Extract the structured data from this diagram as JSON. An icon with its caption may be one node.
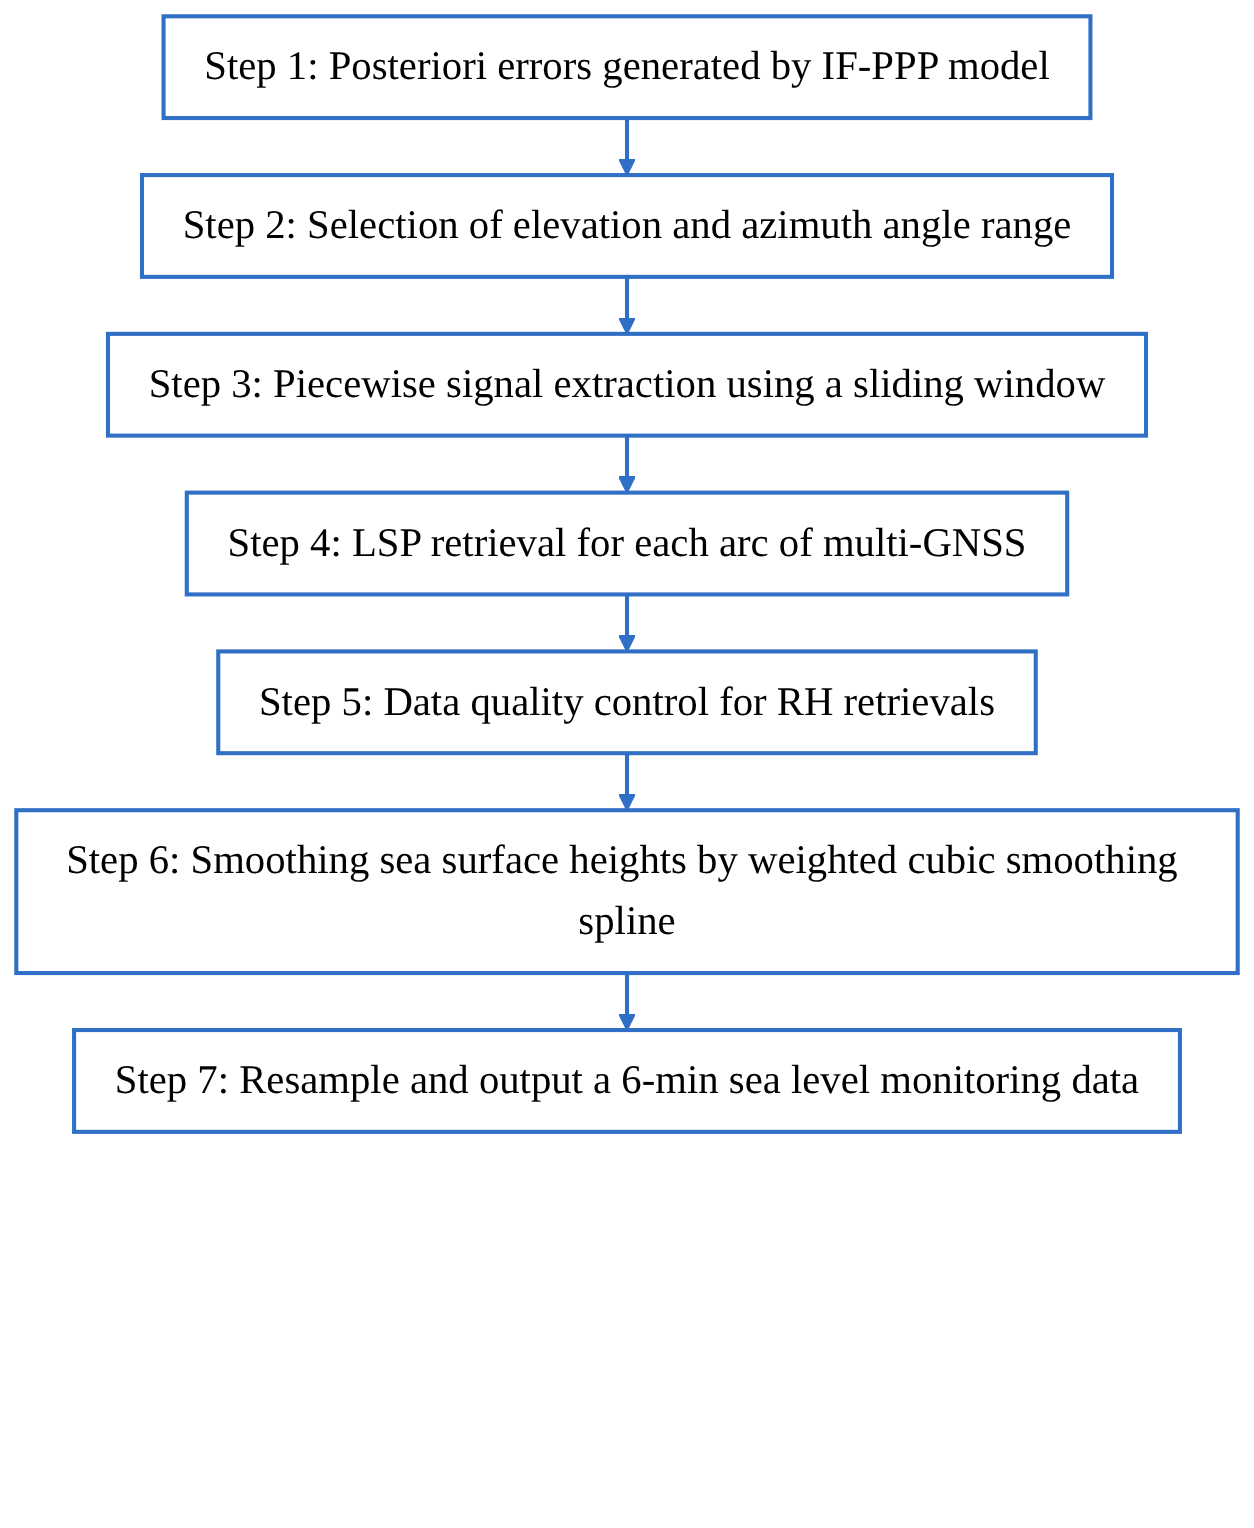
{
  "diagram": {
    "nodes": [
      {
        "text": [
          "Step 1: Posteriori errors generated by IF-PPP model"
        ]
      },
      {
        "text": [
          "Step 2: Selection of elevation and azimuth angle range"
        ]
      },
      {
        "text": [
          "Step 3: Piecewise signal extraction using a sliding window"
        ]
      },
      {
        "text": [
          "Step 4: LSP retrieval for each arc of multi-GNSS"
        ]
      },
      {
        "text": [
          "Step 5: Data quality control for RH retrievals"
        ]
      },
      {
        "text": [
          "Step 6: Smoothing sea surface heights by weighted cubic smoothing spline"
        ]
      },
      {
        "text": [
          "Step 7: Resample and output a 6-min sea level monitoring data"
        ]
      }
    ],
    "edges": [
      {
        "from": 0,
        "to": 1,
        "arrow": "to"
      },
      {
        "from": 1,
        "to": 2,
        "arrow": "to"
      },
      {
        "from": 2,
        "to": 3,
        "arrow": "to"
      },
      {
        "from": 3,
        "to": 4,
        "arrow": "to"
      },
      {
        "from": 4,
        "to": 5,
        "arrow": "to"
      },
      {
        "from": 5,
        "to": 6,
        "arrow": "to"
      }
    ]
  }
}
